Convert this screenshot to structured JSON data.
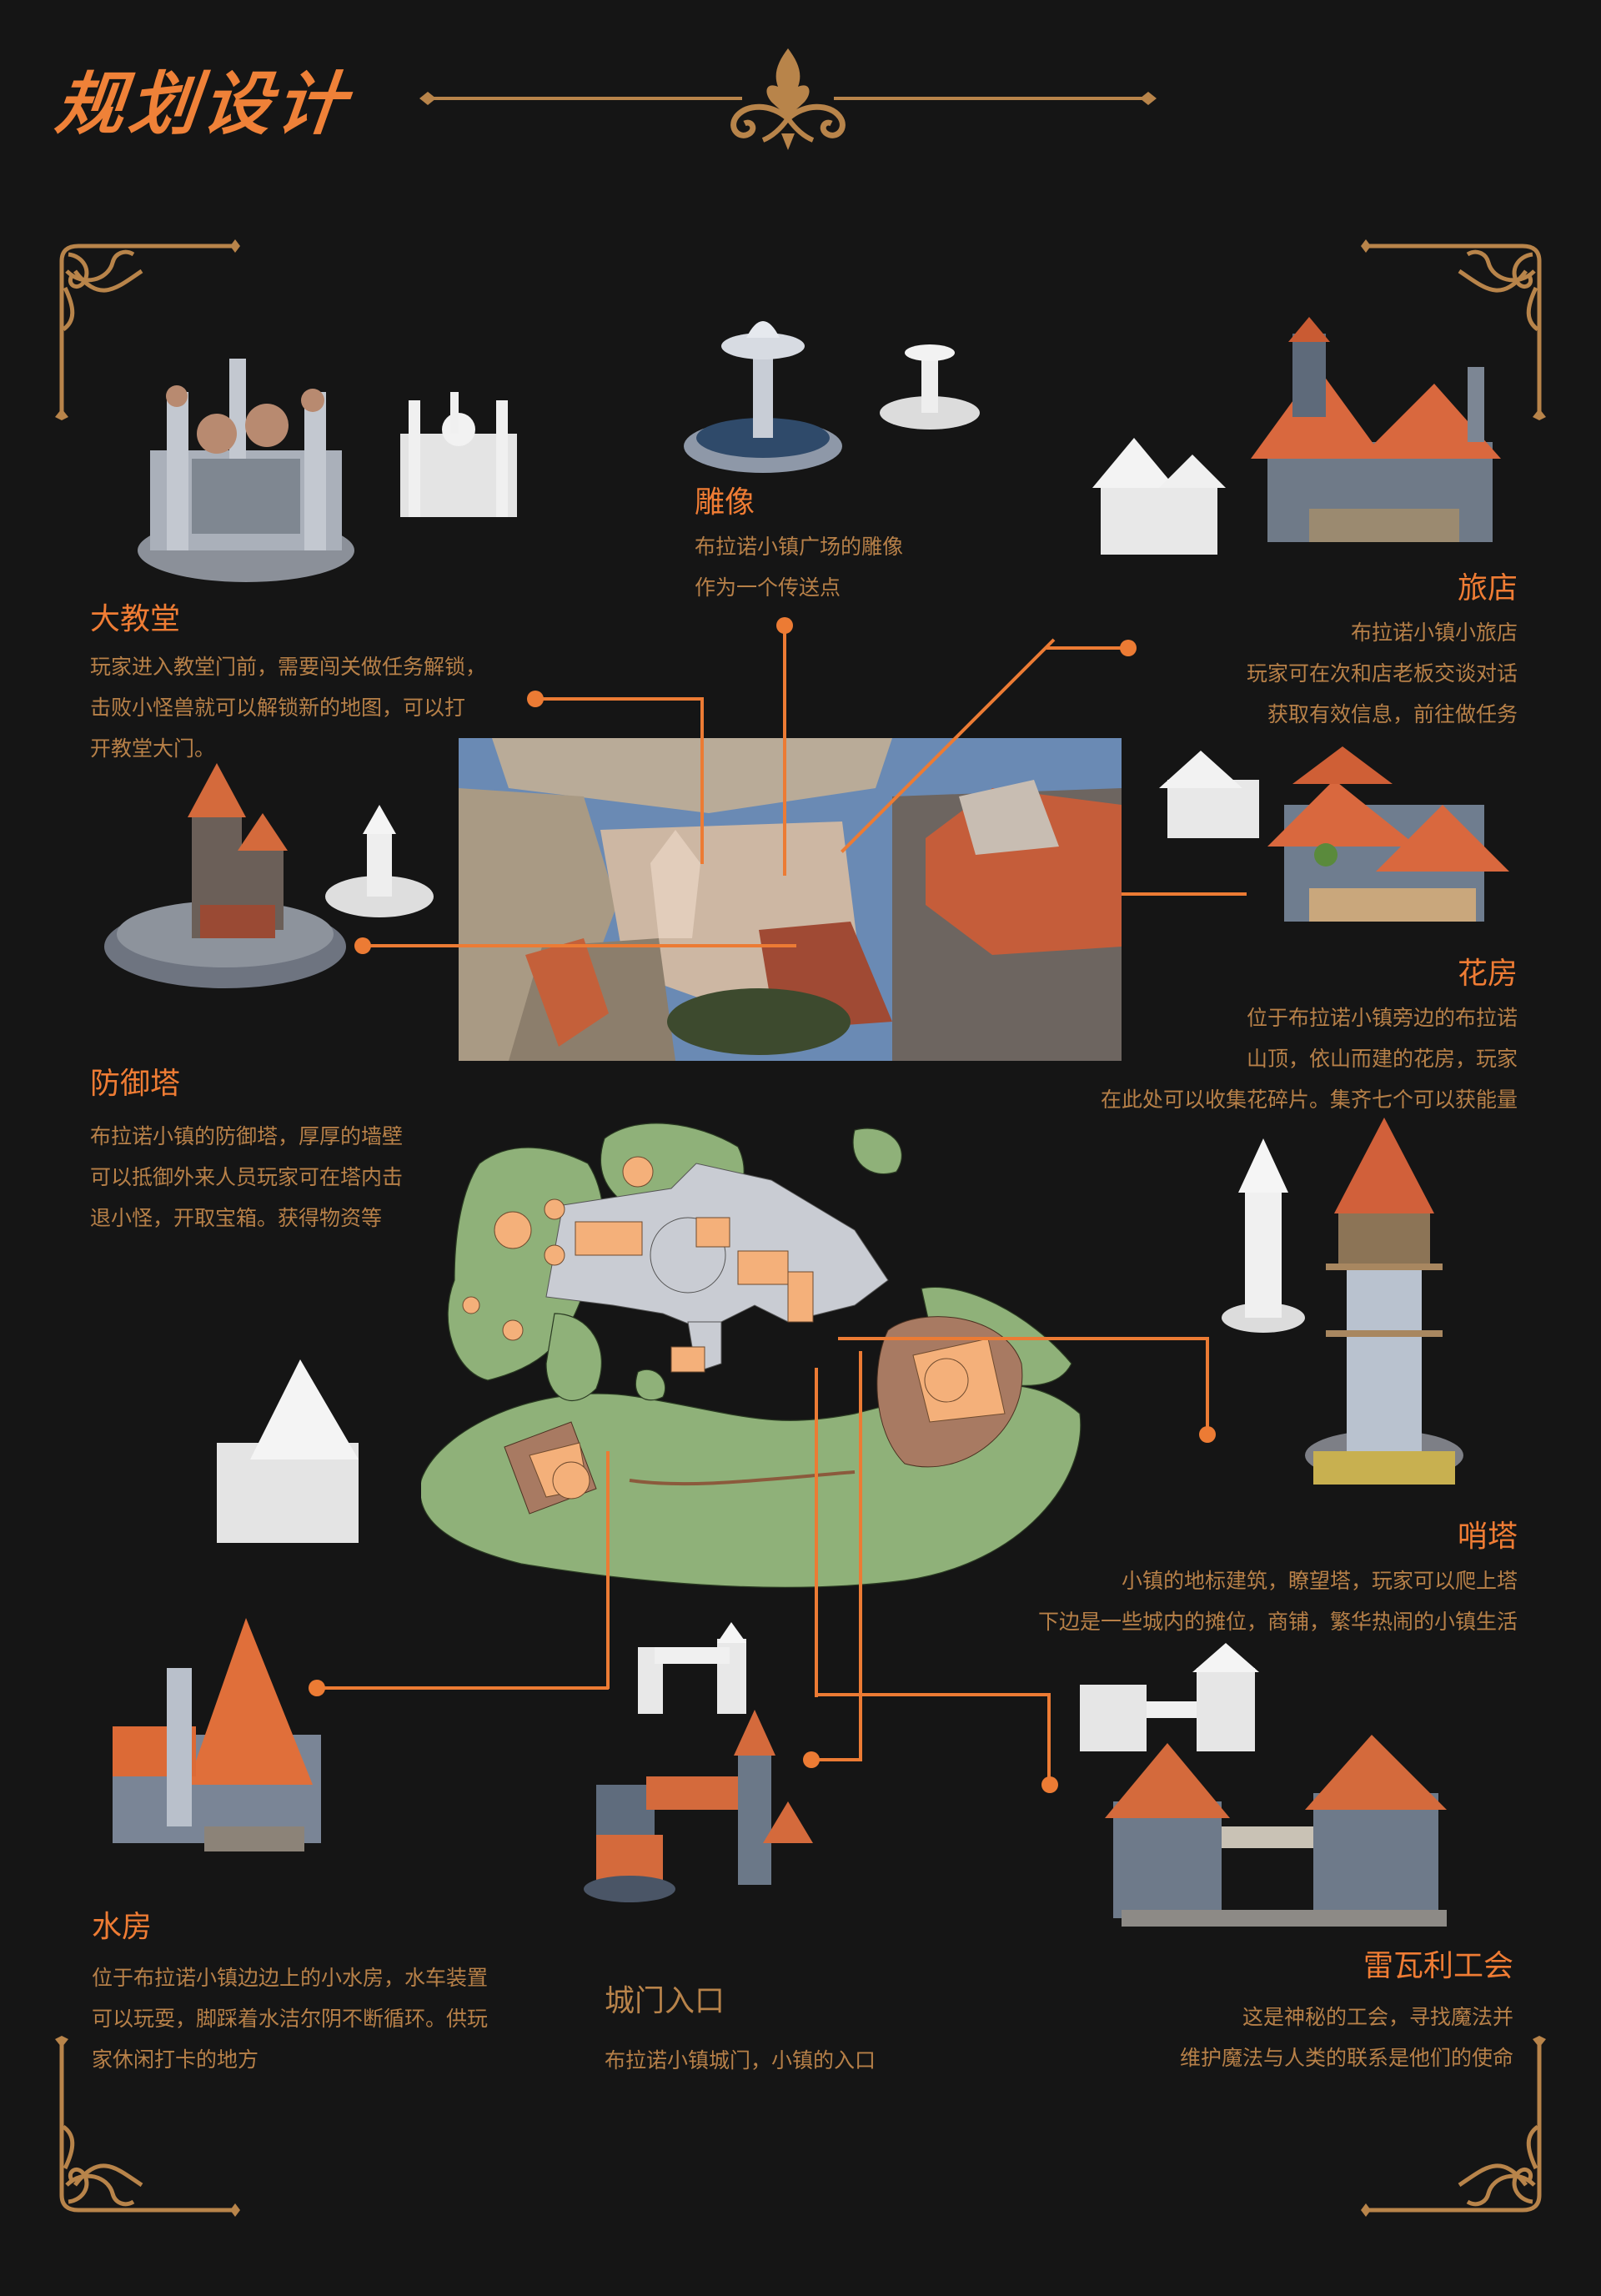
{
  "page": {
    "title": "规划设计",
    "background": "#151515",
    "accent_color": "#ef7c34",
    "text_color": "#b78048",
    "ornament_color": "#b8844a"
  },
  "sections": {
    "cathedral": {
      "title": "大教堂",
      "lines": [
        "玩家进入教堂门前，需要闯关做任务解锁，",
        "击败小怪兽就可以解锁新的地图，可以打",
        "开教堂大门。"
      ]
    },
    "statue": {
      "title": "雕像",
      "lines": [
        "布拉诺小镇广场的雕像",
        "作为一个传送点"
      ]
    },
    "inn": {
      "title": "旅店",
      "lines": [
        "布拉诺小镇小旅店",
        "玩家可在次和店老板交谈对话",
        "获取有效信息，前往做任务"
      ]
    },
    "flower_house": {
      "title": "花房",
      "lines": [
        "位于布拉诺小镇旁边的布拉诺",
        "山顶，依山而建的花房，玩家",
        "在此处可以收集花碎片。集齐七个可以获能量"
      ]
    },
    "defense_tower": {
      "title": "防御塔",
      "lines": [
        "布拉诺小镇的防御塔，厚厚的墙壁",
        "可以抵御外来人员玩家可在塔内击",
        "退小怪，开取宝箱。获得物资等"
      ]
    },
    "watch_tower": {
      "title": "哨塔",
      "lines": [
        "小镇的地标建筑，瞭望塔，玩家可以爬上塔",
        "下边是一些城内的摊位，商铺，繁华热闹的小镇生活"
      ]
    },
    "water_house": {
      "title": "水房",
      "lines": [
        "位于布拉诺小镇边边上的小水房，水车装置",
        "可以玩耍，脚踩着水洁尔阴不断循环。供玩",
        "家休闲打卡的地方"
      ]
    },
    "city_gate": {
      "title": "城门入口",
      "lines": [
        "布拉诺小镇城门，小镇的入口"
      ]
    },
    "guild": {
      "title": "雷瓦利工会",
      "lines": [
        "这是神秘的工会，寻找魔法并",
        "维护魔法与人类的联系是他们的使命"
      ]
    }
  },
  "map": {
    "colors": {
      "terrain": "#8fb179",
      "plaza": "#c9ccd3",
      "building": "#f4b07a",
      "roof_area": "#a87a62"
    }
  }
}
